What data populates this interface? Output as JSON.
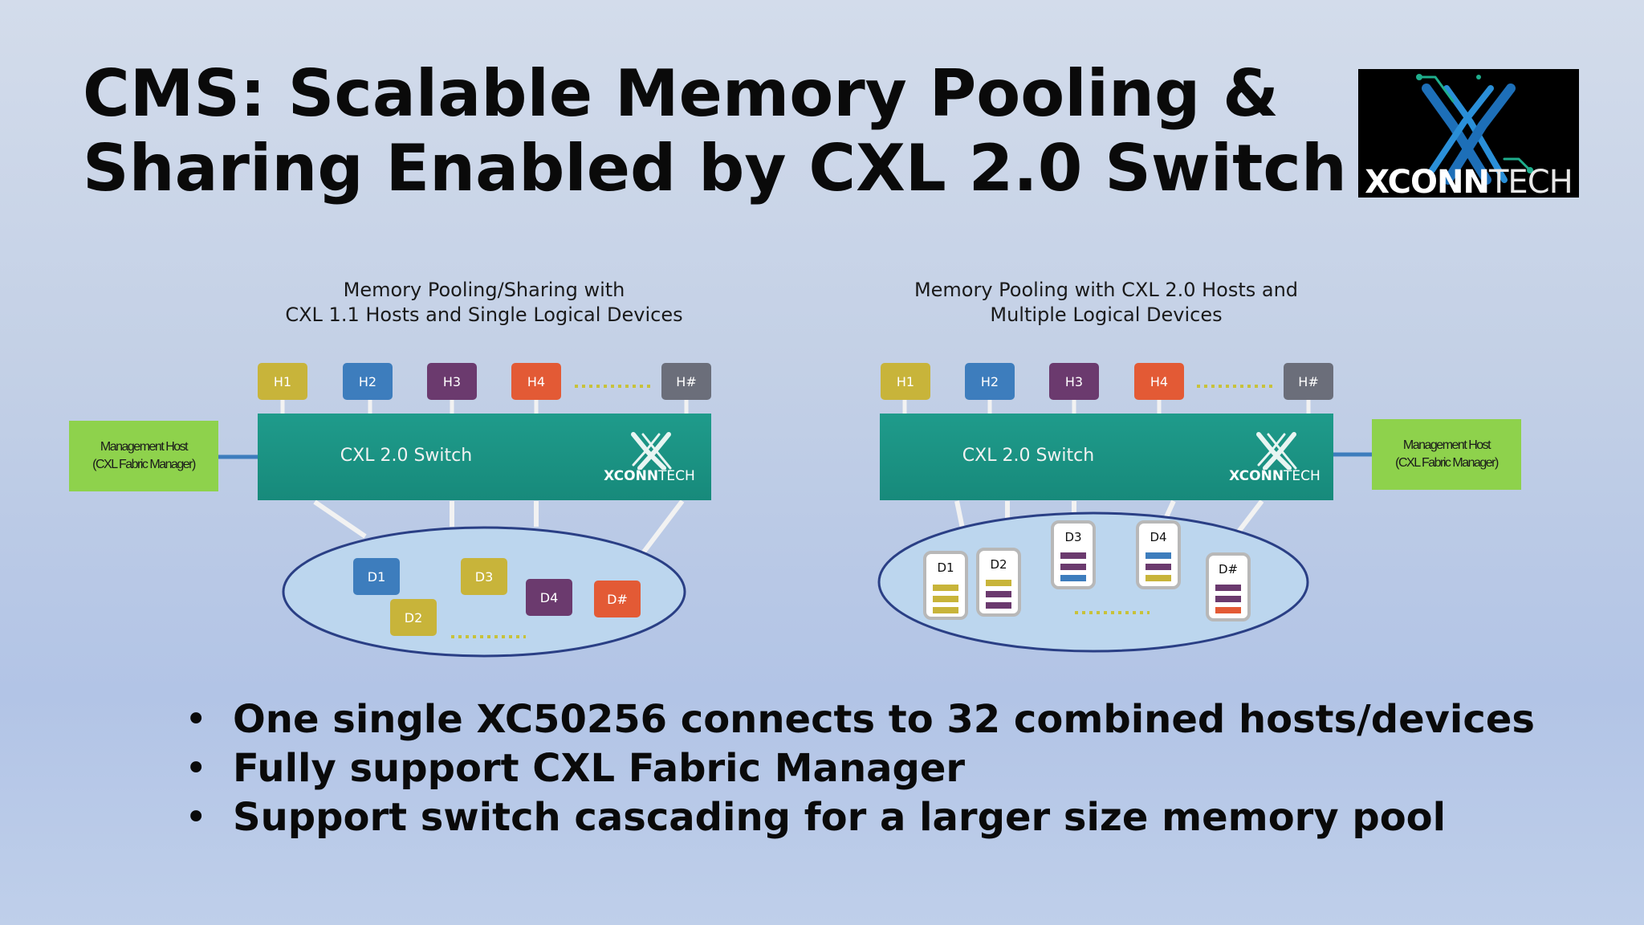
{
  "title": {
    "line1": "CMS: Scalable Memory Pooling &",
    "line2": "Sharing Enabled by CXL 2.0 Switch"
  },
  "logo": {
    "bold": "XCONN",
    "light": "TECH"
  },
  "left_diagram": {
    "title_line1": "Memory Pooling/Sharing with",
    "title_line2": "CXL 1.1 Hosts and Single Logical Devices",
    "hosts": [
      "H1",
      "H2",
      "H3",
      "H4",
      "H#"
    ],
    "switch_label": "CXL 2.0 Switch",
    "mgmt_line1": "Management Host",
    "mgmt_line2": "(CXL Fabric Manager)",
    "devices": [
      "D1",
      "D2",
      "D3",
      "D4",
      "D#"
    ]
  },
  "right_diagram": {
    "title_line1": "Memory Pooling with CXL 2.0 Hosts and",
    "title_line2": "Multiple Logical Devices",
    "hosts": [
      "H1",
      "H2",
      "H3",
      "H4",
      "H#"
    ],
    "switch_label": "CXL 2.0 Switch",
    "mgmt_line1": "Management Host",
    "mgmt_line2": "(CXL Fabric Manager)",
    "devices": [
      "D1",
      "D2",
      "D3",
      "D4",
      "D#"
    ]
  },
  "colors": {
    "yellow": "#c8b43a",
    "blue": "#3d7dbd",
    "purple": "#6b3a6e",
    "orange": "#e35a35",
    "gray": "#6b6e7a",
    "teal": "#1a9585",
    "green": "#8ed24c",
    "navy": "#2a3f85"
  },
  "bullets": [
    "One single XC50256 connects to 32 combined hosts/devices",
    "Fully support CXL Fabric Manager",
    "Support switch cascading for a larger size memory pool"
  ]
}
